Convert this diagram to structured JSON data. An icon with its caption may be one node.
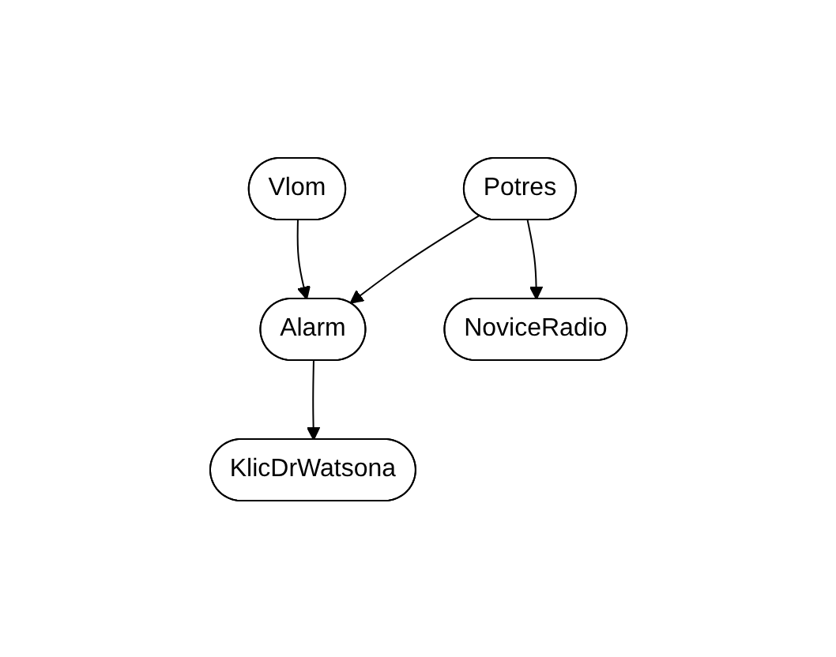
{
  "diagram": {
    "nodes": [
      {
        "text": [
          "Vlom"
        ]
      },
      {
        "text": [
          "Potres"
        ]
      },
      {
        "text": [
          "Alarm"
        ]
      },
      {
        "text": [
          "NoviceRadio"
        ]
      },
      {
        "text": [
          "KlicDrWatsona"
        ]
      }
    ],
    "edges": [
      {
        "from": 0,
        "to": 2,
        "arrow": "to"
      },
      {
        "from": 1,
        "to": 2,
        "arrow": "to"
      },
      {
        "from": 1,
        "to": 3,
        "arrow": "to"
      },
      {
        "from": 2,
        "to": 4,
        "arrow": "to"
      }
    ]
  }
}
